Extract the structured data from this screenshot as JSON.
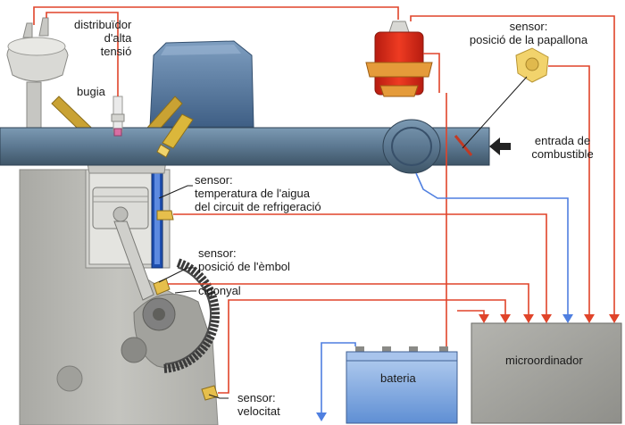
{
  "labels": {
    "distributor": [
      "distribuïdor",
      "d'alta",
      "tensió"
    ],
    "spark_plug": "bugia",
    "throttle_sensor": [
      "sensor:",
      "posició de la papallona"
    ],
    "fuel_inlet": [
      "entrada de",
      "combustible"
    ],
    "water_temp_sensor": [
      "sensor:",
      "temperatura de l'aigua",
      "del circuit de refrigeració"
    ],
    "piston_sensor": [
      "sensor:",
      "posició de l'èmbol"
    ],
    "crankshaft": "cigonyal",
    "speed_sensor": [
      "sensor:",
      "velocitat"
    ],
    "battery": "bateria",
    "microcomputer": "microordinador"
  },
  "colors": {
    "wire_red": "#e0442a",
    "wire_blue": "#4f7fe0",
    "engine_grey": "#b9b9b4",
    "intake_blue": "#5e7f9b",
    "coil_red": "#dd2a1c",
    "coil_orange": "#e79a36",
    "battery_blue": "#8fb4e6",
    "computer_grey": "#a5a5a0"
  }
}
